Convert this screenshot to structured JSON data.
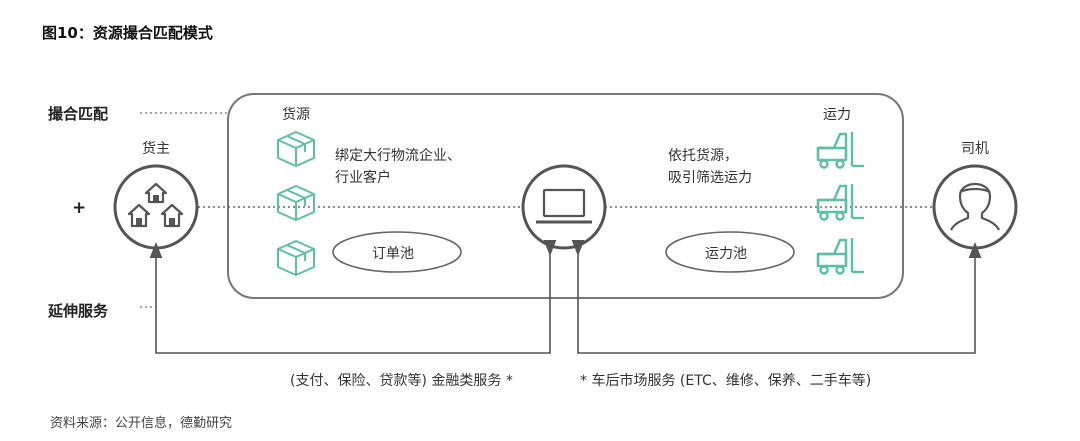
{
  "title": "图10：资源撮合匹配模式",
  "side_labels": {
    "matching": "撮合匹配",
    "plus": "+",
    "extended": "延伸服务"
  },
  "nodes": {
    "shipper": "货主",
    "driver": "司机"
  },
  "pool_box": {
    "cargo_source_heading": "货源",
    "capacity_heading": "运力",
    "cargo_text_line1": "绑定大行物流企业、",
    "cargo_text_line2": "行业客户",
    "platform_text_line1": "依托货源，",
    "platform_text_line2": "吸引筛选运力",
    "order_pool": "订单池",
    "capacity_pool": "运力池"
  },
  "services": {
    "financial": "(支付、保险、贷款等) 金融类服务 *",
    "aftermarket": "* 车后市场服务  (ETC、维修、保养、二手车等)"
  },
  "source": "资料来源：公开信息，德勤研究",
  "colors": {
    "accent": "#5cbfa6",
    "line": "#555555",
    "box_border": "#777777"
  }
}
